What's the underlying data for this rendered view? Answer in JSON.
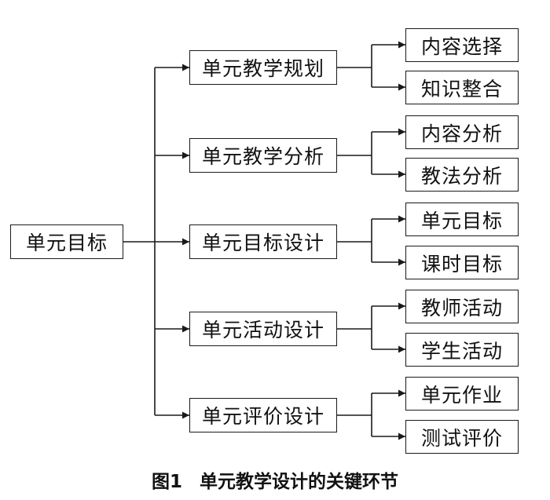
{
  "diagram": {
    "root": "单元目标",
    "stages": [
      {
        "label": "单元教学规划",
        "children": [
          "内容选择",
          "知识整合"
        ]
      },
      {
        "label": "单元教学分析",
        "children": [
          "内容分析",
          "教法分析"
        ]
      },
      {
        "label": "单元目标设计",
        "children": [
          "单元目标",
          "课时目标"
        ]
      },
      {
        "label": "单元活动设计",
        "children": [
          "教师活动",
          "学生活动"
        ]
      },
      {
        "label": "单元评价设计",
        "children": [
          "单元作业",
          "测试评价"
        ]
      }
    ]
  },
  "caption": {
    "figure_number": "图1",
    "text": "单元教学设计的关键环节"
  },
  "colors": {
    "line": "#1a1a1a",
    "text": "#111111",
    "background": "#ffffff"
  }
}
